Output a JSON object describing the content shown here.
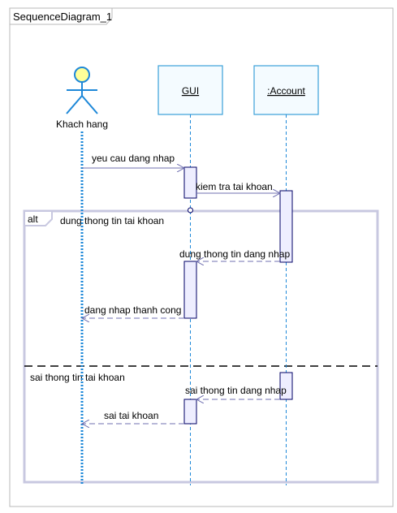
{
  "diagram": {
    "title": "SequenceDiagram_1",
    "actor": {
      "name": "Khach hang"
    },
    "participants": [
      {
        "id": "gui",
        "label": "GUI"
      },
      {
        "id": "account",
        "label": ":Account"
      }
    ],
    "fragment": {
      "operator": "alt",
      "guards": [
        "dung thong tin tai khoan",
        "sai thong tin tai khoan"
      ]
    },
    "messages": [
      {
        "label": "yeu cau dang nhap",
        "kind": "call"
      },
      {
        "label": "kiem tra tai khoan",
        "kind": "call"
      },
      {
        "label": "dung thong tin dang nhap",
        "kind": "return"
      },
      {
        "label": "dang nhap thanh cong",
        "kind": "return"
      },
      {
        "label": "sai thong tin dang nhap",
        "kind": "return"
      },
      {
        "label": "sai tai khoan",
        "kind": "return"
      }
    ],
    "colors": {
      "participant_border": "#3aa0d8",
      "participant_fill": "#f4fbff",
      "lifeline": "#1e88d8",
      "actor_head": "#ffff99",
      "activation_fill": "#eeeeff",
      "activation_border": "#000066",
      "fragment_border": "#c8c8e0",
      "message_line": "#7070b0"
    }
  }
}
